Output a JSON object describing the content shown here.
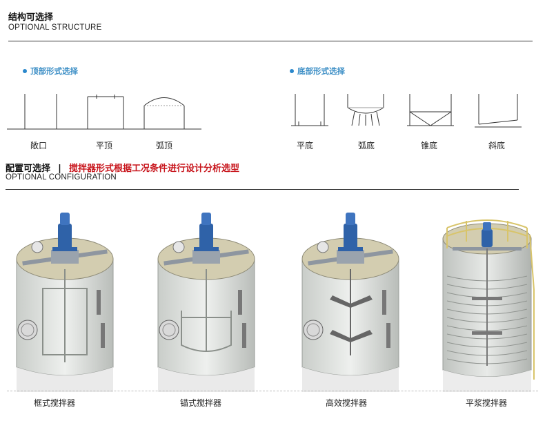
{
  "structure": {
    "title_cn": "结构可选择",
    "title_en": "OPTIONAL STRUCTURE",
    "top": {
      "label": "顶部形式选择",
      "items": [
        "敞口",
        "平顶",
        "弧顶"
      ]
    },
    "bottom": {
      "label": "底部形式选择",
      "items": [
        "平底",
        "弧底",
        "锥底",
        "斜底"
      ]
    }
  },
  "configuration": {
    "title_cn": "配置可选择",
    "separator": "|",
    "note": "搅拌器形式根据工况条件进行设计分析选型",
    "title_en": "OPTIONAL CONFIGURATION",
    "items": [
      "框式搅拌器",
      "锚式搅拌器",
      "高效搅拌器",
      "平浆搅拌器"
    ]
  },
  "colors": {
    "accent_blue": "#3d8fc6",
    "highlight_red": "#c8161d",
    "motor_blue": "#2f62a8",
    "lid_tan": "#d3cdb0",
    "rail_yellow": "#d8c46a"
  }
}
